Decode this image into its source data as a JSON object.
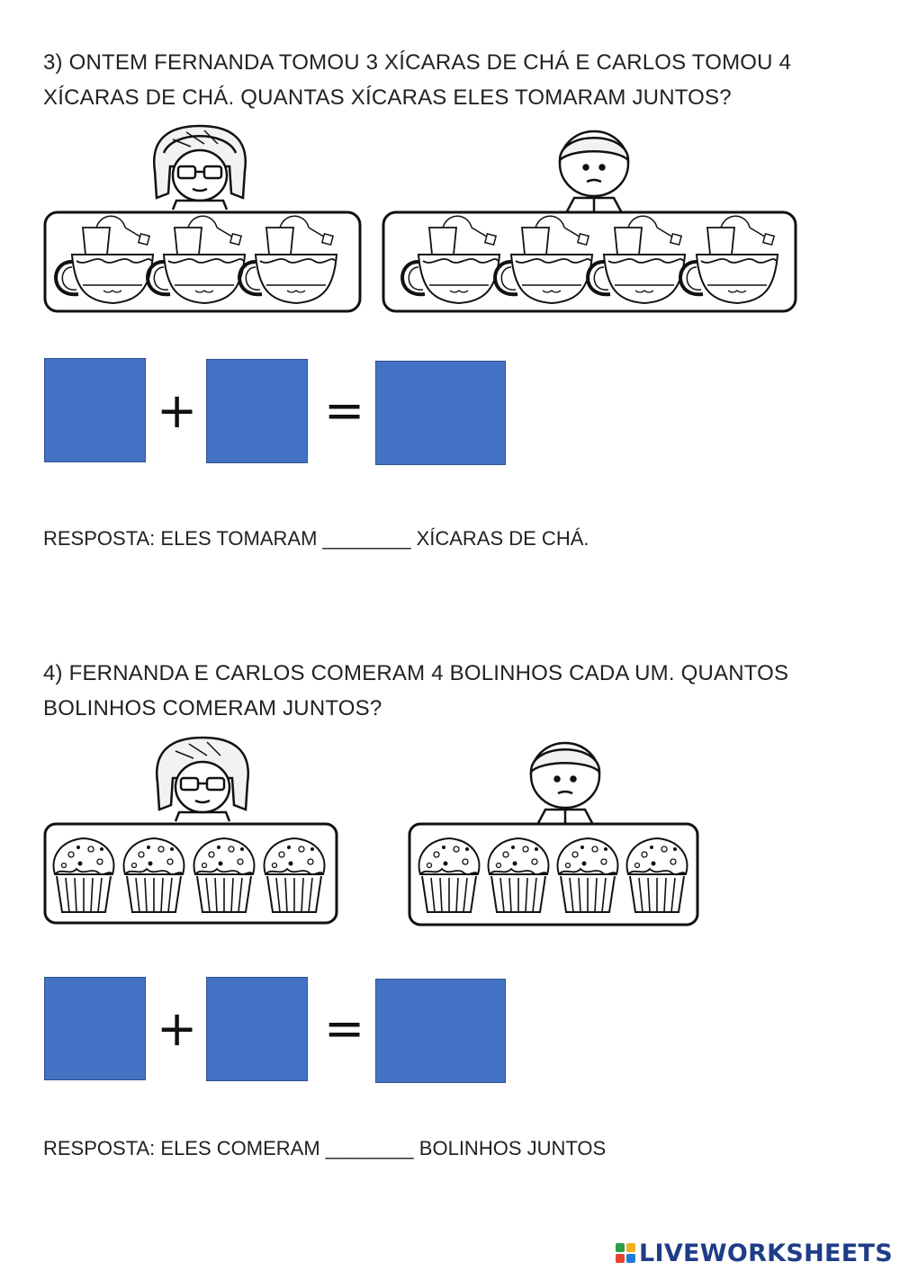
{
  "question3": {
    "text": "3) ONTEM FERNANDA TOMOU 3 XÍCARAS DE CHÁ E CARLOS TOMOU 4 XÍCARAS DE CHÁ. QUANTAS XÍCARAS ELES TOMARAM JUNTOS?",
    "girl_cups": 3,
    "boy_cups": 4,
    "operator_plus": "+",
    "operator_equals": "=",
    "answer_prefix": "RESPOSTA: ELES TOMARAM",
    "answer_blank": "________",
    "answer_suffix": "XÍCARAS DE CHÁ."
  },
  "question4": {
    "text": "4) FERNANDA E CARLOS COMERAM 4 BOLINHOS CADA UM. QUANTOS BOLINHOS COMERAM JUNTOS?",
    "girl_cupcakes": 4,
    "boy_cupcakes": 4,
    "operator_plus": "+",
    "operator_equals": "=",
    "answer_prefix": "RESPOSTA: ELES COMERAM",
    "answer_blank": "________",
    "answer_suffix": "BOLINHOS JUNTOS"
  },
  "colors": {
    "answer_box": "#4472c4",
    "logo_text": "#1f3c88"
  },
  "branding": {
    "logo_text": "LIVEWORKSHEETS"
  }
}
